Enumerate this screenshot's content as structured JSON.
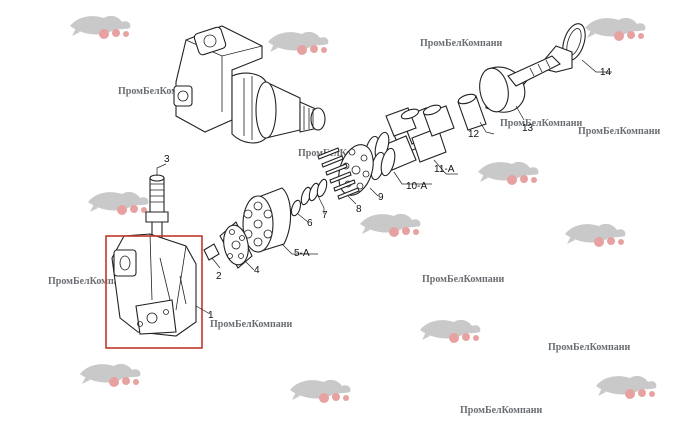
{
  "labels": {
    "p1": "1",
    "p2": "2",
    "p3": "3",
    "p4": "4",
    "p5": "5-A",
    "p6": "6",
    "p7": "7",
    "p8": "8",
    "p9": "9",
    "p10": "10-A",
    "p11": "11-A",
    "p12": "12",
    "p13": "13",
    "p14": "14"
  },
  "watermark": {
    "text": "ПромБелКомпани"
  },
  "colors": {
    "highlight": "#c0392b",
    "line": "#222222",
    "watermark_text": "#6a6e72"
  }
}
